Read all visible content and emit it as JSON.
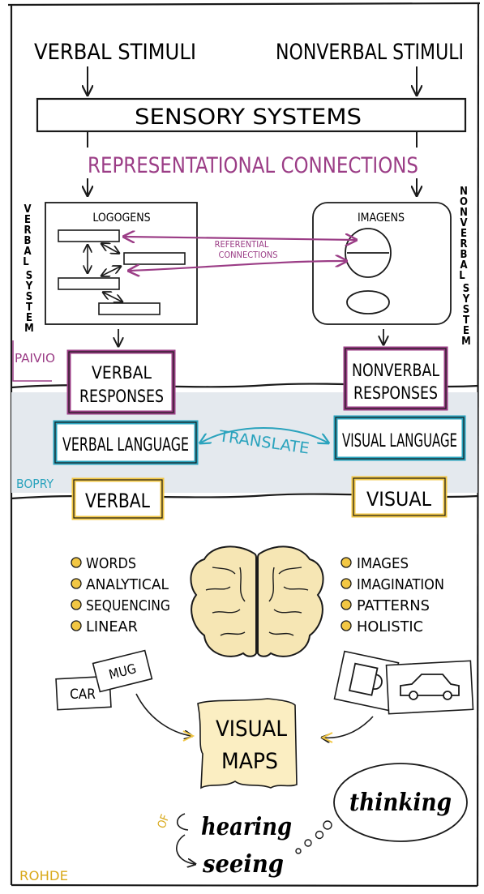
{
  "top": {
    "verbal_stimuli": "VERBAL STIMULI",
    "nonverbal_stimuli": "NONVERBAL STIMULI",
    "sensory_systems": "SENSORY SYSTEMS",
    "representational": "REPRESENTATIONAL CONNECTIONS"
  },
  "paivio": {
    "author": "PAIVIO",
    "logogens": "LOGOGENS",
    "imagens": "IMAGENS",
    "verbal_system": "VERBAL SYSTEM",
    "nonverbal_system": "NONVERBAL SYSTEM",
    "referential_1": "REFERENTIAL",
    "referential_2": "CONNECTIONS",
    "verbal_responses_1": "VERBAL",
    "verbal_responses_2": "RESPONSES",
    "nonverbal_responses_1": "NONVERBAL",
    "nonverbal_responses_2": "RESPONSES"
  },
  "bopry": {
    "author": "BOPRY",
    "verbal_language": "VERBAL LANGUAGE",
    "visual_language": "VISUAL LANGUAGE",
    "translate": "TRANSLATE"
  },
  "rohde": {
    "author": "ROHDE",
    "verbal": "VERBAL",
    "visual": "VISUAL",
    "left_list": [
      "WORDS",
      "ANALYTICAL",
      "SEQUENCING",
      "LINEAR"
    ],
    "right_list": [
      "IMAGES",
      "IMAGINATION",
      "PATTERNS",
      "HOLISTIC"
    ],
    "car": "CAR",
    "mug": "MUG",
    "visual_maps_1": "VISUAL",
    "visual_maps_2": "MAPS",
    "of": "OF",
    "hearing": "hearing",
    "seeing": "seeing",
    "thinking": "thinking"
  },
  "colors": {
    "ink": "#1a1a1a",
    "magenta": "#9b3d86",
    "teal": "#2aa3bd",
    "yellow": "#f2c744",
    "band": "#e4e9ee"
  }
}
